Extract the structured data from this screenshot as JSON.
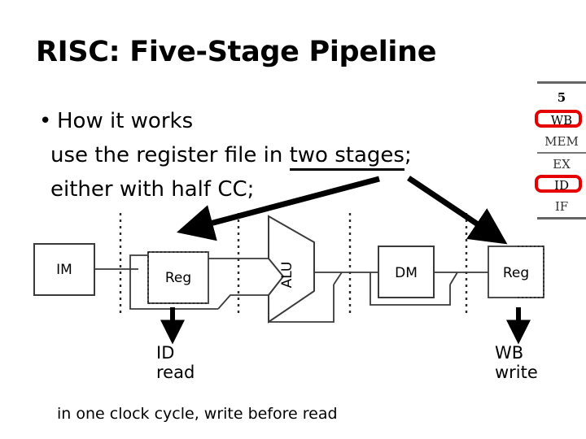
{
  "slide": {
    "title": "RISC: Five-Stage Pipeline",
    "page_number": "5"
  },
  "body": {
    "bullet_char": "•",
    "lines": [
      {
        "text": "How it works"
      },
      {
        "pre": "use the register file in ",
        "underlined": "two stages",
        "post": ";"
      },
      {
        "text": "either with half CC;"
      }
    ],
    "footnote": "in one clock cycle, write before read"
  },
  "stage_list": {
    "number": "5",
    "items": [
      {
        "label": "WB",
        "highlighted": true
      },
      {
        "label": "MEM",
        "highlighted": false
      },
      {
        "label": "EX",
        "highlighted": false
      },
      {
        "label": "ID",
        "highlighted": true
      },
      {
        "label": "IF",
        "highlighted": false
      }
    ],
    "highlight_color": "#e60000",
    "rule_color": "#666666"
  },
  "datapath": {
    "blocks": [
      {
        "name": "IM",
        "label": "IM"
      },
      {
        "name": "Reg",
        "label": "Reg"
      },
      {
        "name": "ALU",
        "label": "ALU"
      },
      {
        "name": "DM",
        "label": "DM"
      },
      {
        "name": "Reg2",
        "label": "Reg"
      }
    ],
    "stage_dividers": 4,
    "line_color": "#3a3a3a"
  },
  "annotations": {
    "id_read": {
      "line1": "ID",
      "line2": "read"
    },
    "wb_write": {
      "line1": "WB",
      "line2": "write"
    }
  }
}
